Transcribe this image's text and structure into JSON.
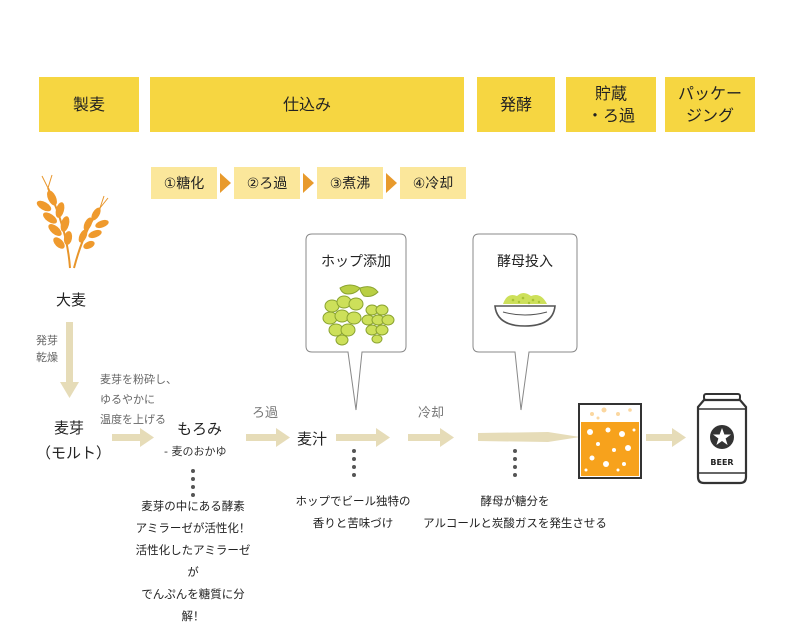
{
  "stages": [
    "製麦",
    "仕込み",
    "発酵",
    "貯蔵\n・ろ過",
    "パッケー\nジング"
  ],
  "steps": [
    "①糖化",
    "②ろ過",
    "③煮沸",
    "④冷却"
  ],
  "barley": {
    "label": "大麦",
    "process": "発芽\n乾燥"
  },
  "malt": {
    "label": "麦芽",
    "sub": "（モルト）",
    "process": "麦芽を粉砕し、\nゆるやかに\n温度を上げる"
  },
  "moromi": {
    "label": "もろみ",
    "sub": "- 麦のおかゆ",
    "note": "麦芽の中にある酵素\nアミラーゼが活性化！\n活性化したアミラーゼが\nでんぷんを糖質に分解！"
  },
  "filter_label": "ろ過",
  "wort": {
    "label": "麦汁",
    "note": "ホップでビール独特の\n香りと苦味づけ"
  },
  "cool_label": "冷却",
  "hop_bubble": {
    "title": "ホップ添加"
  },
  "yeast_bubble": {
    "title": "酵母投入",
    "note": "酵母が糖分を\nアルコールと炭酸ガスを発生させる"
  },
  "can": {
    "text": "BEER"
  },
  "colors": {
    "stage": "#f6d641",
    "step": "#fbe79b",
    "step_arrow": "#e89a2c",
    "arrow": "#e6dcb8",
    "dots": "#555555",
    "hop": "#cde05a",
    "beer": "#f7a21c"
  }
}
